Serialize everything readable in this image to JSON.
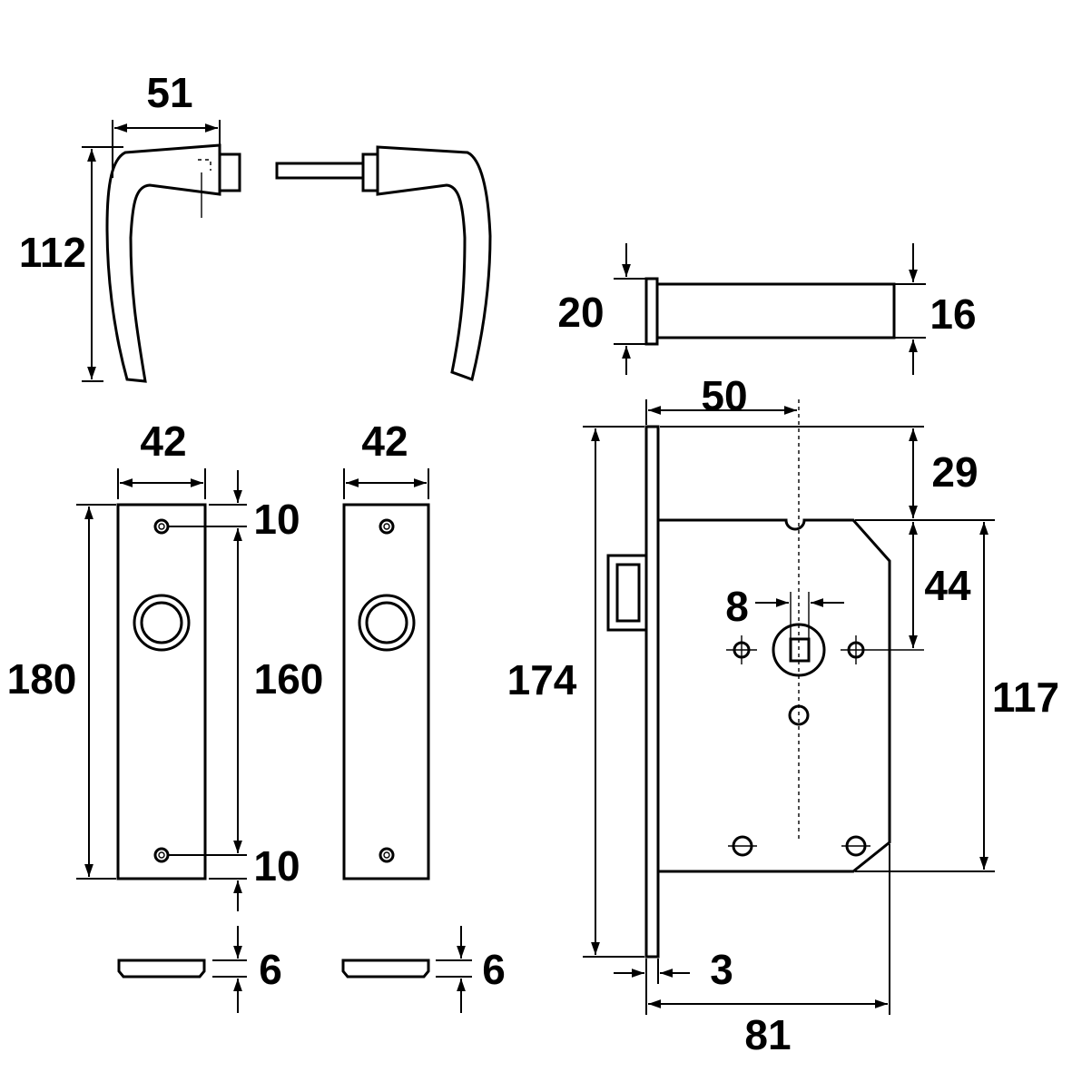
{
  "dimensions": {
    "handle_width": "51",
    "handle_height": "112",
    "spindle_outer": "20",
    "spindle_inner": "16",
    "plate_width_left": "42",
    "plate_width_right": "42",
    "plate_height": "180",
    "hole_spacing": "160",
    "hole_offset_top": "10",
    "hole_offset_bottom": "10",
    "plate_thickness_left": "6",
    "plate_thickness_right": "6",
    "backset": "50",
    "forend_height": "174",
    "top_offset": "29",
    "follower_offset": "44",
    "case_height": "117",
    "spindle_square": "8",
    "forend_thickness": "3",
    "lock_depth": "81"
  }
}
